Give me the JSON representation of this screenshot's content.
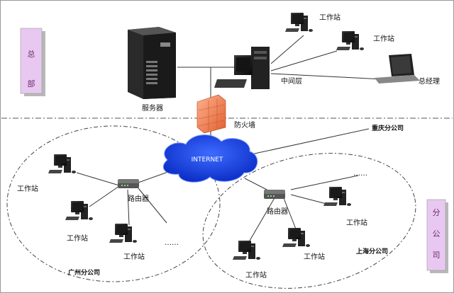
{
  "side_labels": {
    "hq_top": "总",
    "hq_bottom": "部",
    "branch_top": "分",
    "branch_mid": "公",
    "branch_bottom": "司"
  },
  "nodes": {
    "server": "服务器",
    "middle_layer": "中间层",
    "workstation_a": "工作站",
    "workstation_b": "工作站",
    "general_manager": "总经理",
    "firewall": "防火墙",
    "internet": "INTERNET",
    "chongqing": "重庆分公司",
    "guangzhou": "广州分公司",
    "shanghai": "上海分公司",
    "router_gz": "路由器",
    "router_sh": "路由器",
    "gz_ws_1": "工作站",
    "gz_ws_2": "工作站",
    "gz_ws_3": "工作站",
    "sh_ws_1": "工作站",
    "sh_ws_2": "工作站",
    "sh_ws_3": "工作站",
    "gz_more": "……",
    "sh_more": "……"
  },
  "colors": {
    "side_box": "#e8c8f0",
    "side_box_shadow": "#b0b0b0",
    "cloud": "#1a44e0",
    "firewall": "#f08048",
    "line": "#333333"
  }
}
